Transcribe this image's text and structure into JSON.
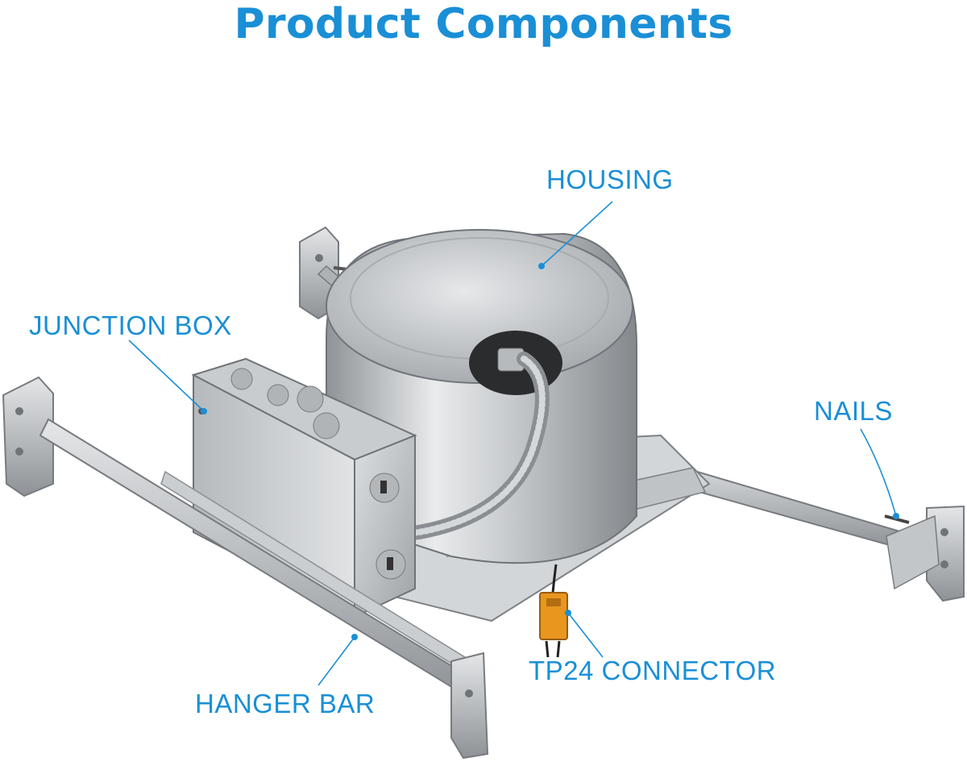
{
  "title": "Product Components",
  "colors": {
    "accent": "#1a8fd6",
    "metal": "#b9bcbf",
    "metal_dark": "#7d8185",
    "connector": "#e8961e"
  },
  "labels": {
    "housing": "HOUSING",
    "junction_box": "JUNCTION BOX",
    "nails": "NAILS",
    "tp24_connector": "TP24 CONNECTOR",
    "hanger_bar": "HANGER BAR"
  }
}
